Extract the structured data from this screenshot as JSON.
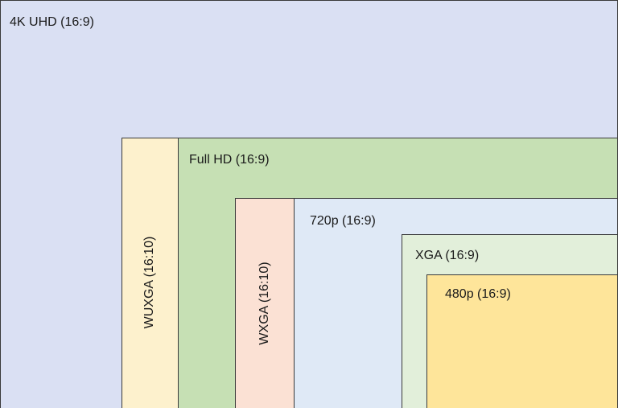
{
  "regions": {
    "uhd": {
      "label": "4K UHD (16:9)",
      "color": "#dae0f3"
    },
    "wuxga": {
      "label": "WUXGA (16:10)",
      "color": "#fdf1cd"
    },
    "fhd": {
      "label": "Full HD (16:9)",
      "color": "#c6e0b4"
    },
    "wxga": {
      "label": "WXGA (16:10)",
      "color": "#fbe1d4"
    },
    "p720": {
      "label": "720p (16:9)",
      "color": "#dfe9f6"
    },
    "xga": {
      "label": "XGA (16:9)",
      "color": "#e2efda"
    },
    "p480": {
      "label": "480p (16:9)",
      "color": "#fee59a"
    }
  }
}
